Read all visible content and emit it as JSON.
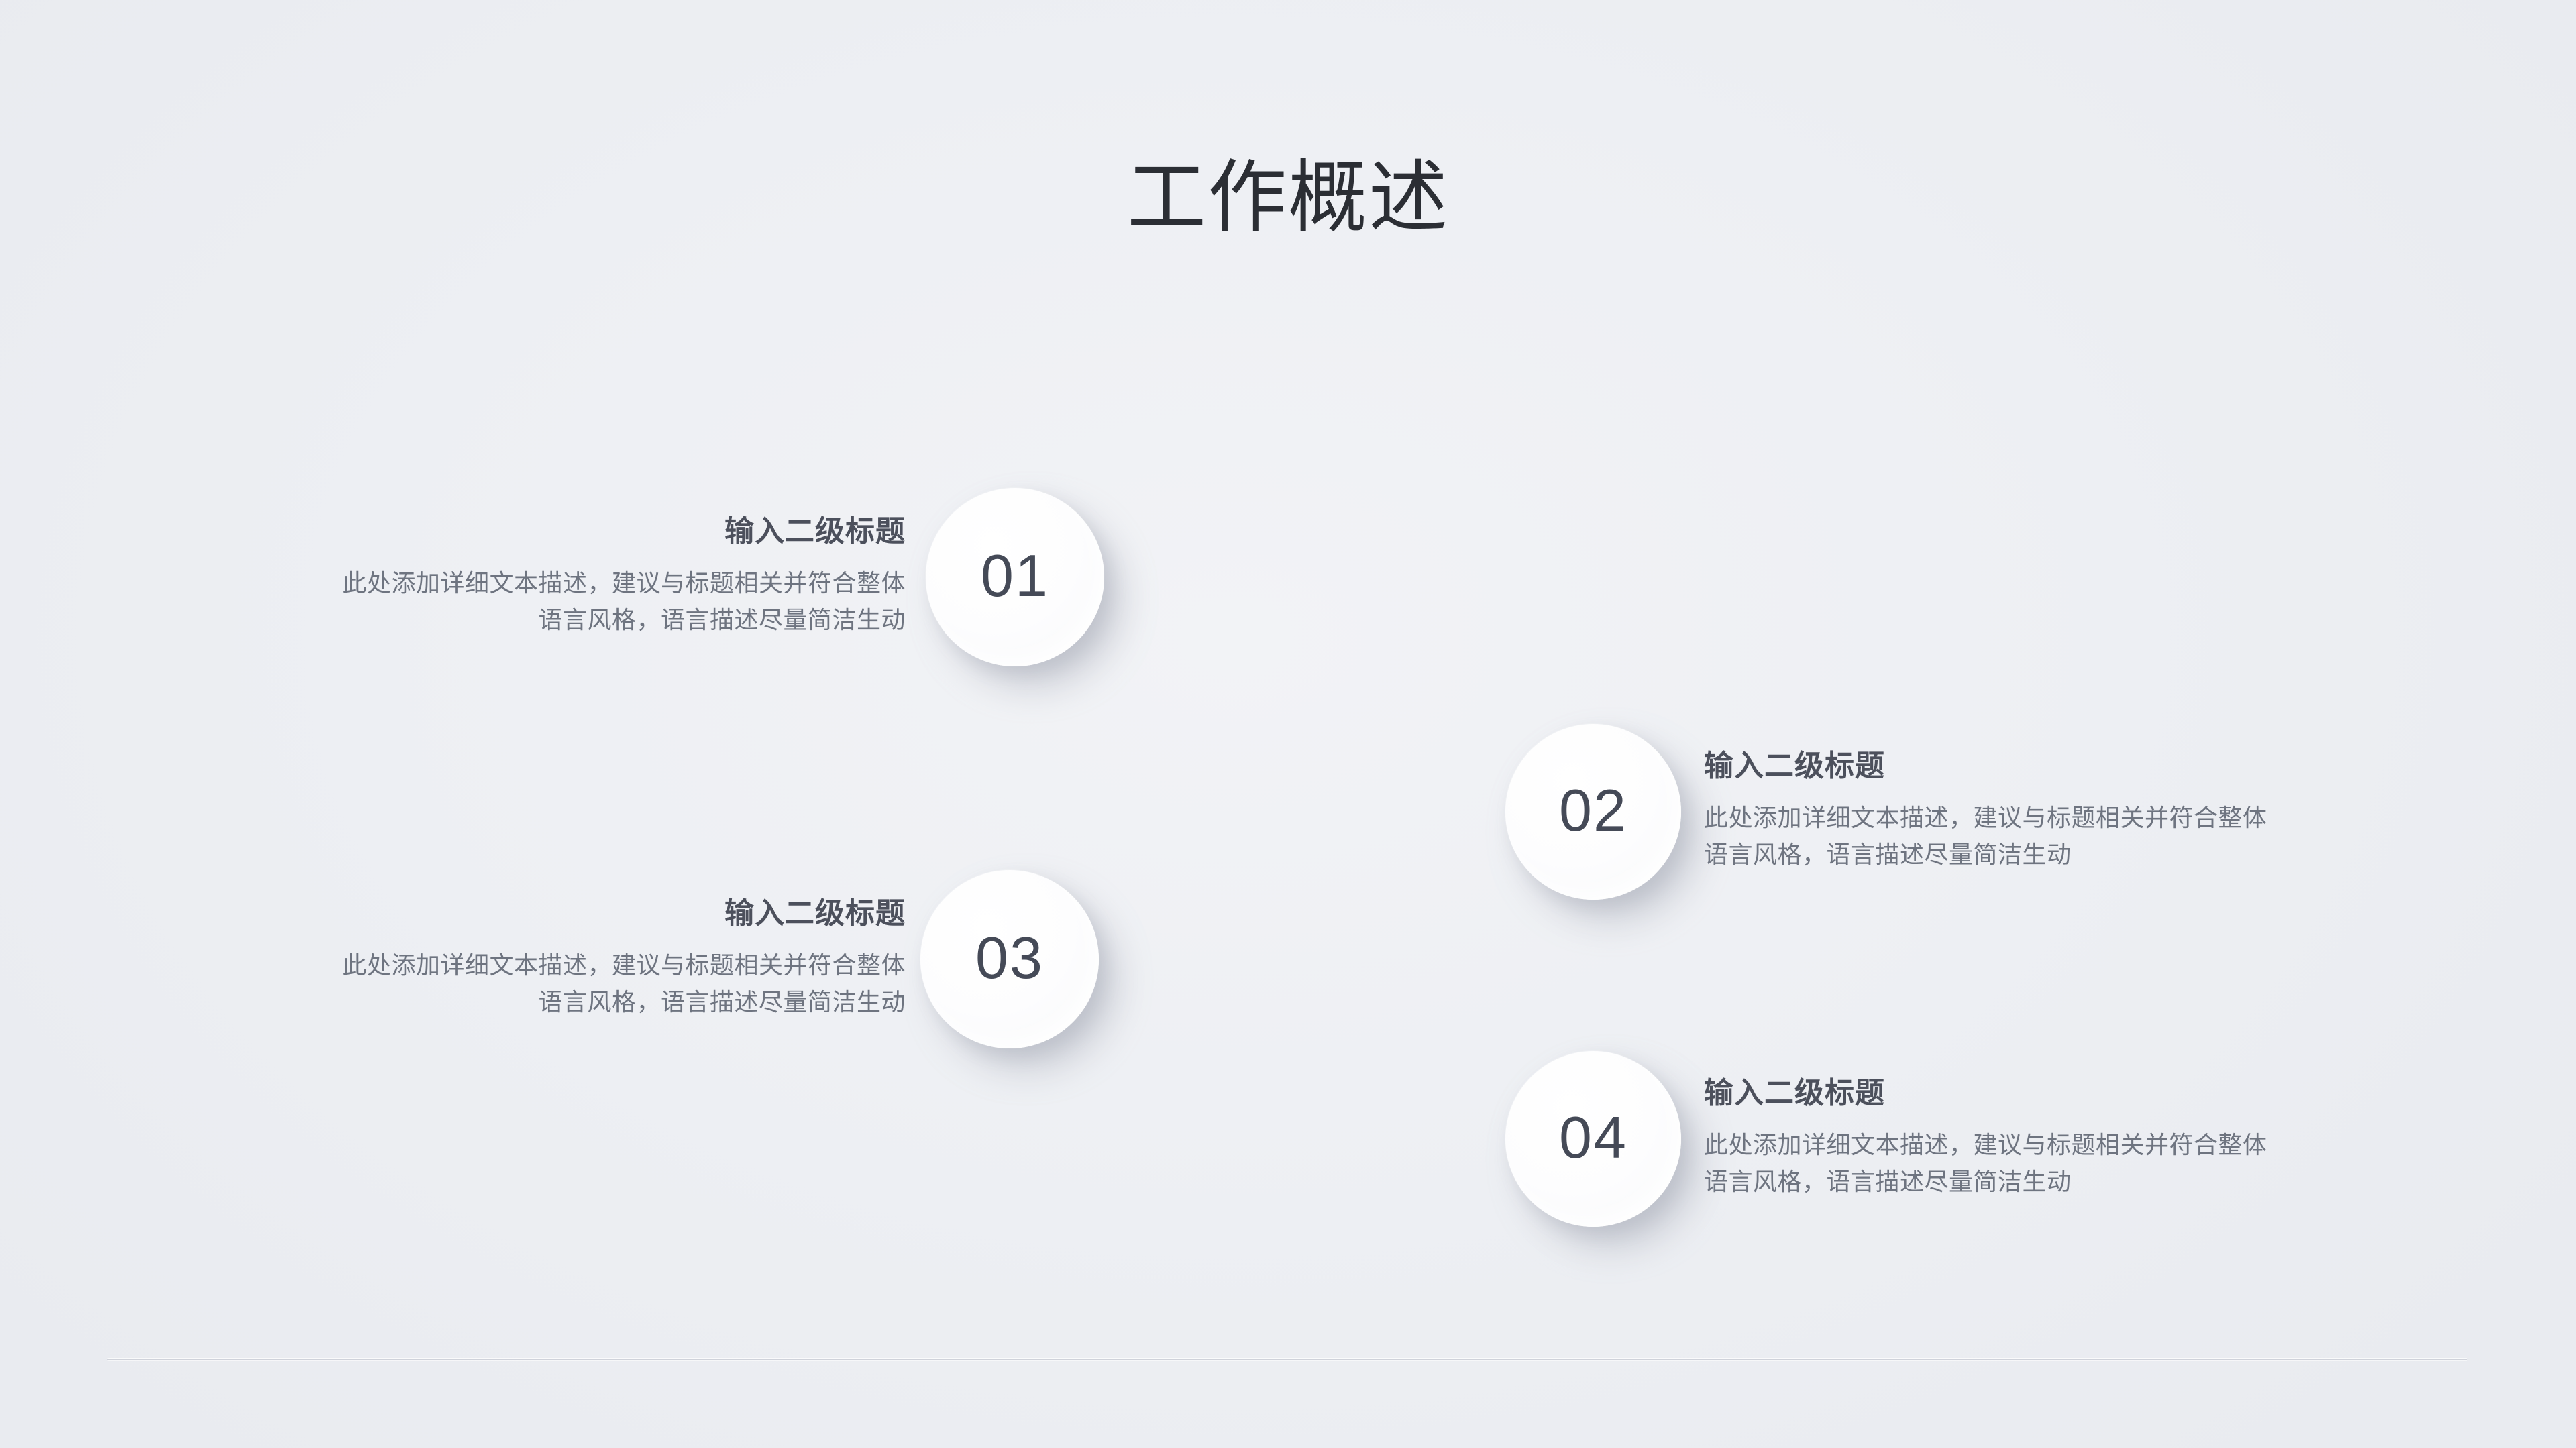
{
  "slide": {
    "title": "工作概述",
    "background_color": "#eef0f4",
    "title_color": "#2b2e34",
    "heading_color": "#4c505c",
    "body_color": "#6e7480",
    "badge_number_color": "#454a57",
    "badge_fill_color": "#ffffff",
    "divider_color": "#cfd2da"
  },
  "items": [
    {
      "number": "01",
      "heading": "输入二级标题",
      "body": "此处添加详细文本描述，建议与标题相关并符合整体语言风格，语言描述尽量简洁生动",
      "align": "right",
      "badge_side": "right"
    },
    {
      "number": "02",
      "heading": "输入二级标题",
      "body": "此处添加详细文本描述，建议与标题相关并符合整体语言风格，语言描述尽量简洁生动",
      "align": "left",
      "badge_side": "left"
    },
    {
      "number": "03",
      "heading": "输入二级标题",
      "body": "此处添加详细文本描述，建议与标题相关并符合整体语言风格，语言描述尽量简洁生动",
      "align": "right",
      "badge_side": "right"
    },
    {
      "number": "04",
      "heading": "输入二级标题",
      "body": "此处添加详细文本描述，建议与标题相关并符合整体语言风格，语言描述尽量简洁生动",
      "align": "left",
      "badge_side": "left"
    }
  ]
}
